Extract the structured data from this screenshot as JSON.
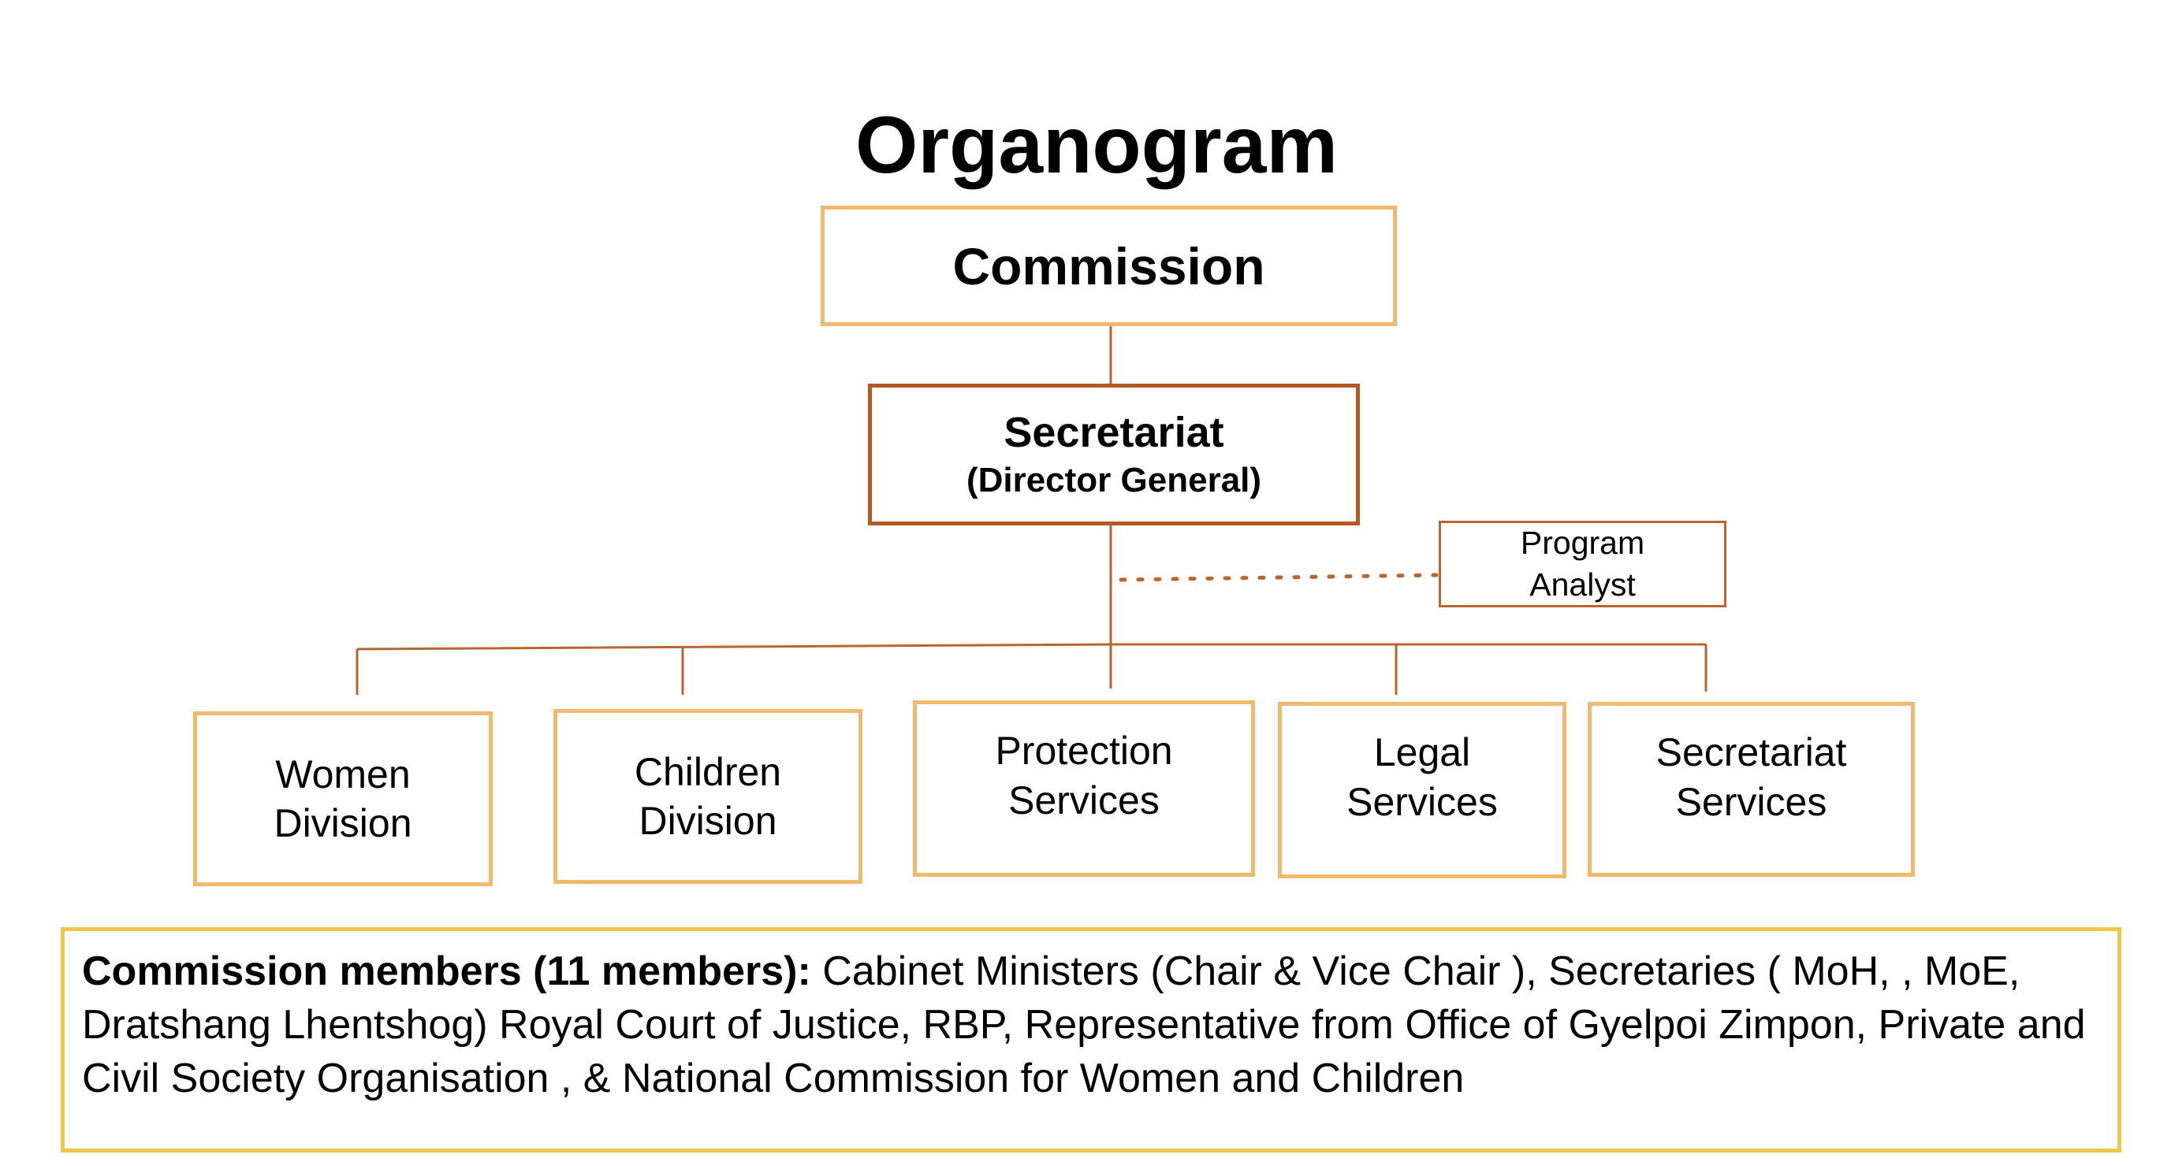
{
  "title": "Organogram",
  "commission": {
    "label": "Commission"
  },
  "secretariat": {
    "line1": "Secretariat",
    "line2": "(Director General)"
  },
  "program_analyst": {
    "line1": "Program",
    "line2": "Analyst"
  },
  "divisions": [
    {
      "line1": "Women",
      "line2": "Division"
    },
    {
      "line1": "Children",
      "line2": "Division"
    },
    {
      "line1": "Protection",
      "line2": "Services"
    },
    {
      "line1": "Legal",
      "line2": "Services"
    },
    {
      "line1": "Secretariat",
      "line2": "Services"
    }
  ],
  "members_note": {
    "lead": "Commission members (11 members):",
    "text": " Cabinet Ministers (Chair & Vice Chair ), Secretaries ( MoH, , MoE, Dratshang Lhentshog) Royal Court of Justice, RBP, Representative from Office of Gyelpoi Zimpon, Private and Civil Society Organisation , & National Commission for Women and Children"
  },
  "colors": {
    "light_box_border": "#EFBA6E",
    "dark_box_border": "#B65A24",
    "connector": "#B8652E",
    "members_border": "#EDC84E"
  }
}
